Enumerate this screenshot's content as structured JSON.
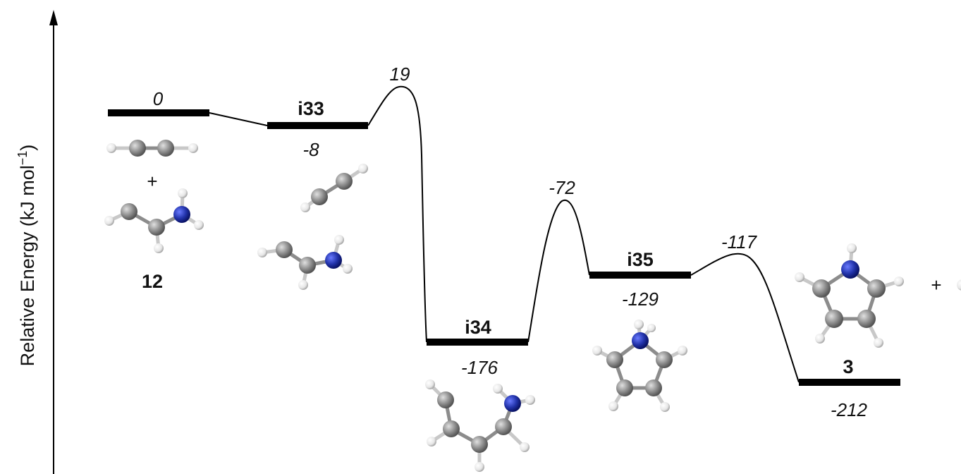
{
  "axis": {
    "ylabel": "Relative Energy (kJ mol",
    "ylabel_sup": "−1",
    "ylabel_end": ")"
  },
  "levels": [
    {
      "id": "12",
      "label": "12",
      "energy": "0"
    },
    {
      "id": "i33",
      "label": "i33",
      "energy": "-8"
    },
    {
      "id": "ts1",
      "label": "",
      "energy": "19"
    },
    {
      "id": "i34",
      "label": "i34",
      "energy": "-176"
    },
    {
      "id": "ts2",
      "label": "",
      "energy": "-72"
    },
    {
      "id": "i35",
      "label": "i35",
      "energy": "-129"
    },
    {
      "id": "ts3",
      "label": "",
      "energy": "-117"
    },
    {
      "id": "3",
      "label": "3",
      "energy": "-212"
    }
  ],
  "symbols": {
    "plus_reactants": "+",
    "plus_products": "+"
  },
  "colors": {
    "carbon": "#8c8c8c",
    "nitrogen": "#2233aa",
    "hydrogen": "#e6e6e6",
    "line": "#000000"
  }
}
